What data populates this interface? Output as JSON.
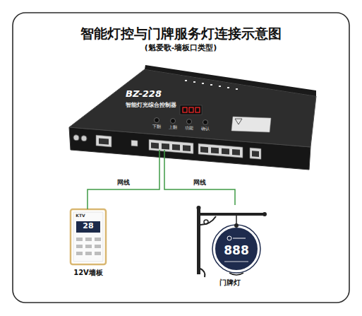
{
  "diagram": {
    "title": "智能灯控与门牌服务灯连接示意图",
    "nodes": [
      {
        "text": [
          "BZ-228",
          "智能灯光综合控制器"
        ]
      },
      {
        "text": [
          "12V墙板"
        ]
      },
      {
        "text": [
          "门牌灯"
        ]
      }
    ],
    "edges": [
      {
        "from": 0,
        "to": 1,
        "label": "网线",
        "arrow": "none"
      },
      {
        "from": 0,
        "to": 2,
        "label": "网线",
        "arrow": "none"
      }
    ],
    "labels": [
      "(魁爱歌-墙板口类型)",
      "下翻",
      "上翻",
      "功能",
      "确认",
      "KTV",
      "28",
      "888"
    ]
  }
}
